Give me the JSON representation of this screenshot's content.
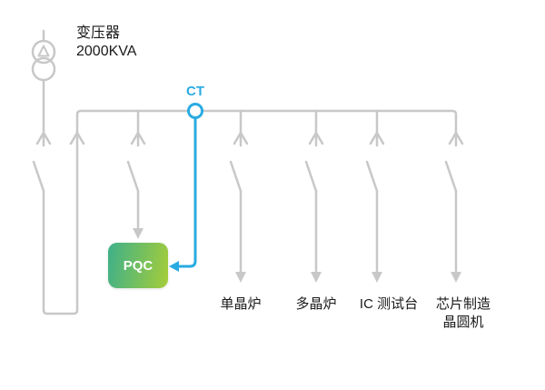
{
  "transformer": {
    "name": "变压器",
    "rating": "2000KVA"
  },
  "ct": {
    "label": "CT"
  },
  "pqc": {
    "label": "PQC"
  },
  "loads": [
    {
      "label": "单晶炉"
    },
    {
      "label": "多晶炉"
    },
    {
      "label": "IC 测试台"
    },
    {
      "label": "芯片制造",
      "sublabel": "晶圆机"
    }
  ],
  "colors": {
    "line_gray": "#c8c8c8",
    "accent_blue": "#29abe2",
    "pqc_gradient_start": "#3eb08a",
    "pqc_gradient_end": "#a5cd39",
    "text": "#1a1a1a"
  }
}
